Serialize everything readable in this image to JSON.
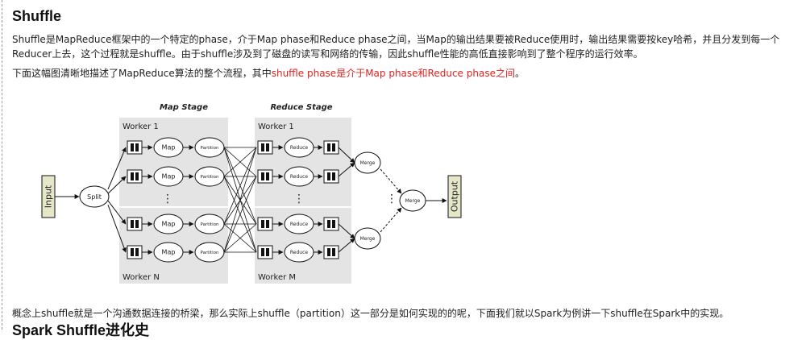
{
  "article": {
    "title": "Shuffle",
    "para1": "Shuffle是MapReduce框架中的一个特定的phase，介于Map phase和Reduce phase之间，当Map的输出结果要被Reduce使用时，输出结果需要按key哈希，并且分发到每一个Reducer上去，这个过程就是shuffle。由于shuffle涉及到了磁盘的读写和网络的传输，因此shuffle性能的高低直接影响到了整个程序的运行效率。",
    "para2_prefix": "下面这幅图清晰地描述了MapReduce算法的整个流程，其中",
    "para2_highlight": "shuffle phase是介于Map phase和Reduce phase之间",
    "para2_suffix": "。",
    "para3": "概念上shuffle就是一个沟通数据连接的桥梁，那么实际上shuffle（partition）这一部分是如何实现的的呢，下面我们就以Spark为例讲一下shuffle在Spark中的实现。",
    "next_heading": "Spark Shuffle进化史"
  },
  "diagram": {
    "map_stage": "Map Stage",
    "reduce_stage": "Reduce Stage",
    "worker_1_map": "Worker 1",
    "worker_n": "Worker N",
    "worker_1_reduce": "Worker 1",
    "worker_m": "Worker M",
    "input": "Input",
    "output": "Output",
    "split": "Split",
    "map": "Map",
    "partition": "Partition",
    "reduce": "Reduce",
    "merge": "Merge",
    "ellipsis": "⋮",
    "colors": {
      "worker_bg": "#e4e4e4",
      "input_bg": "#e6e6c8",
      "line": "#111111"
    }
  }
}
